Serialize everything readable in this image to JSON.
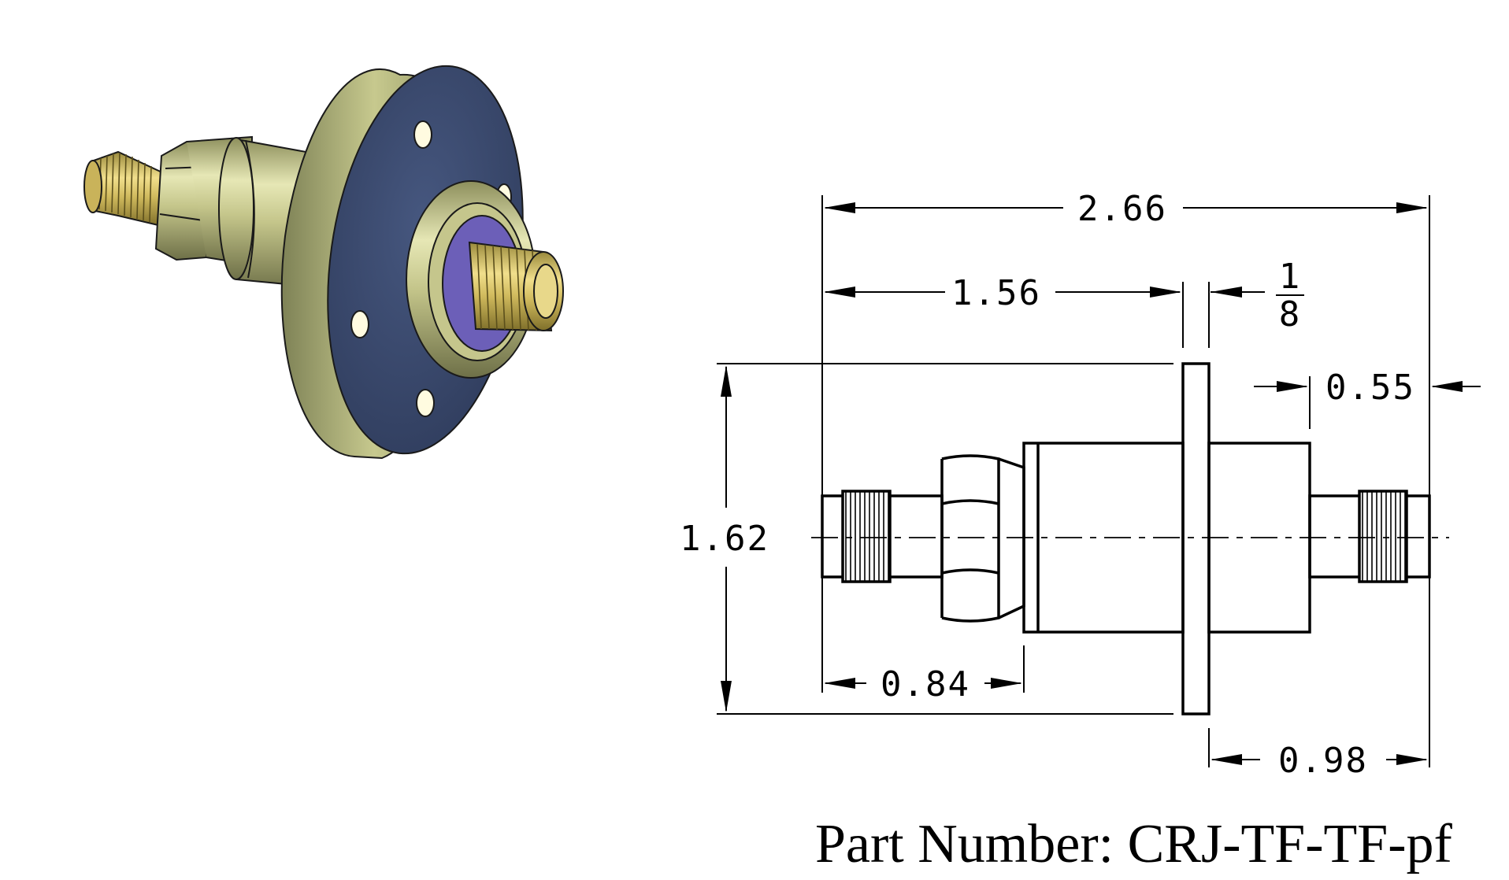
{
  "dimensions": {
    "overall_length": "2.66",
    "flange_position": "1.56",
    "flange_thickness_num": "1",
    "flange_thickness_den": "8",
    "right_connector_length": "0.55",
    "flange_diameter": "1.62",
    "left_body_length": "0.84",
    "right_length": "0.98"
  },
  "part_label": "Part Number: CRJ-TF-TF-pf",
  "colors": {
    "flange_face": "#3b4a6e",
    "body_gold": "#c9c98a",
    "thread_gold": "#d9c46a",
    "insulator_purple": "#7a6bc8"
  }
}
